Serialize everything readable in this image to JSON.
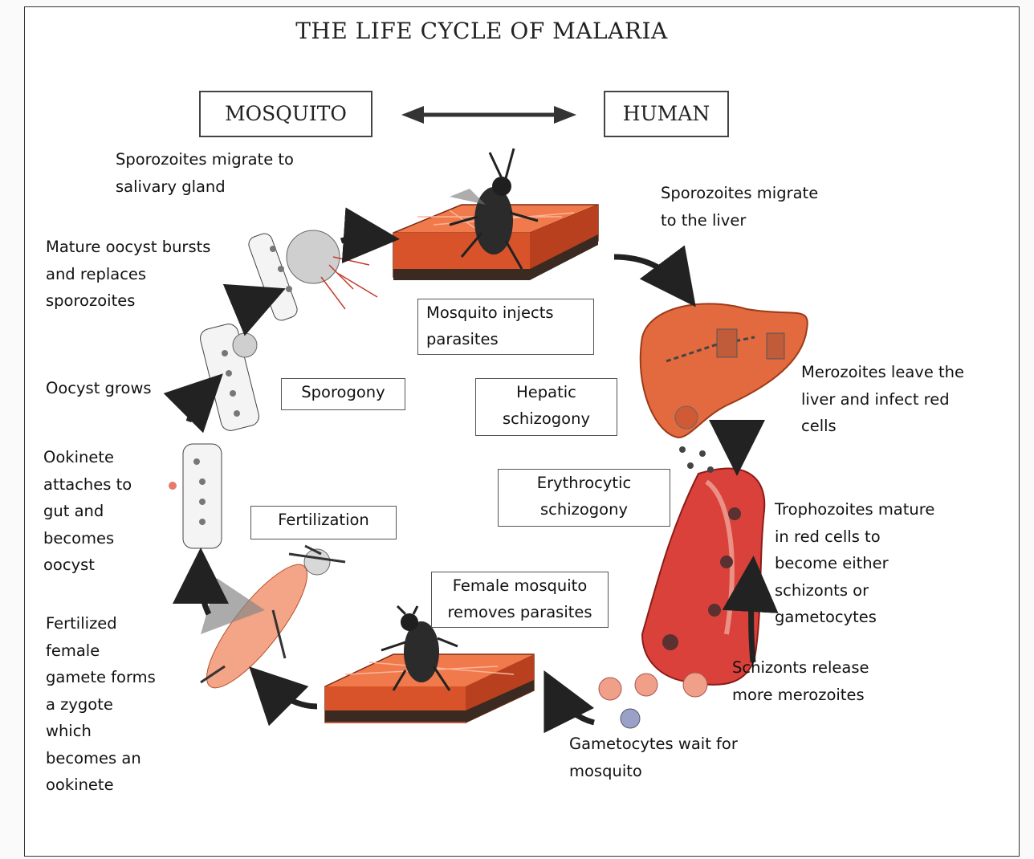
{
  "title": "THE LIFE CYCLE OF MALARIA",
  "hosts": {
    "left": "MOSQUITO",
    "right": "HUMAN"
  },
  "phases": {
    "sporogony": "Sporogony",
    "hepatic": [
      "Hepatic",
      "schizogony"
    ],
    "erythrocytic": [
      "Erythrocytic",
      "schizogony"
    ],
    "fertilization": "Fertilization"
  },
  "steps": {
    "inject": [
      "Mosquito injects",
      "parasites"
    ],
    "removes": [
      "Female mosquito",
      "removes parasites"
    ],
    "salivary": [
      "Sporozoites migrate to",
      "salivary gland"
    ],
    "liver": [
      "Sporozoites migrate",
      "to the liver"
    ],
    "bursts": [
      "Mature oocyst bursts",
      "and replaces",
      "sporozoites"
    ],
    "merozoites_leave": [
      "Merozoites leave the",
      "liver and infect red",
      "cells"
    ],
    "oocyst_grows": [
      "Oocyst grows"
    ],
    "ookinete": [
      "Ookinete",
      "attaches to",
      "gut and",
      "becomes",
      "oocyst"
    ],
    "trophozoites": [
      "Trophozoites mature",
      "in red cells to",
      "become either",
      "schizonts or",
      "gametocytes"
    ],
    "schizonts": [
      "Schizonts release",
      "more merozoites"
    ],
    "fertilized": [
      "Fertilized",
      "female",
      "gamete forms",
      "a zygote",
      "which",
      "becomes an",
      "ookinete"
    ],
    "gametocytes": [
      "Gametocytes wait for",
      "mosquito"
    ]
  },
  "colors": {
    "skin": "#e8643a",
    "blood": "#d9413a",
    "liver": "#e26a3e",
    "arrow": "#222222"
  }
}
